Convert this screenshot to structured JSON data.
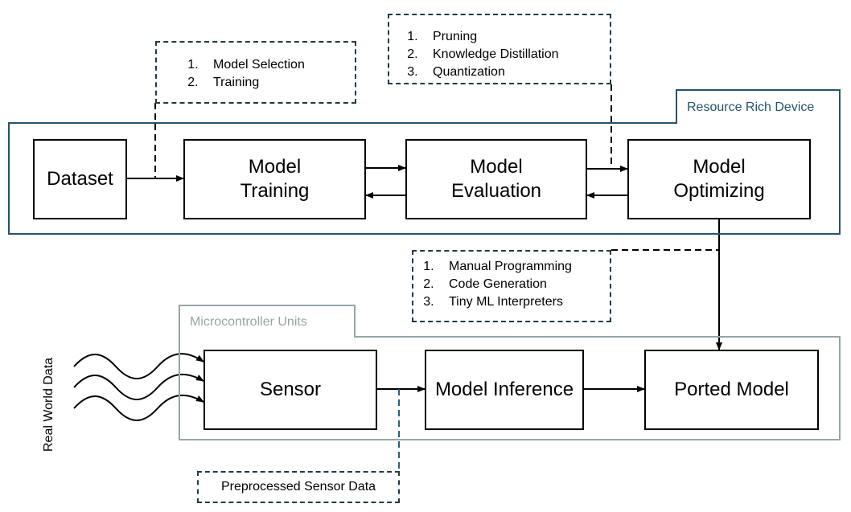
{
  "regions": {
    "resource_rich": {
      "label": "Resource Rich Device",
      "color": "#24546e"
    },
    "mcu": {
      "label": "Microcontroller Units",
      "color": "#95a5a6"
    }
  },
  "boxes": {
    "dataset": "Dataset",
    "training": "Model\nTraining",
    "evaluation": "Model\nEvaluation",
    "optimizing": "Model\nOptimizing",
    "sensor": "Sensor",
    "inference": "Model Inference",
    "ported": "Ported Model"
  },
  "notes": {
    "training_steps": [
      "Model Selection",
      "Training"
    ],
    "optimization_steps": [
      "Pruning",
      "Knowledge Distillation",
      "Quantization"
    ],
    "porting_steps": [
      "Manual Programming",
      "Code Generation",
      "Tiny ML Interpreters"
    ],
    "preprocessed": "Preprocessed Sensor Data"
  },
  "side_label": "Real World Data"
}
